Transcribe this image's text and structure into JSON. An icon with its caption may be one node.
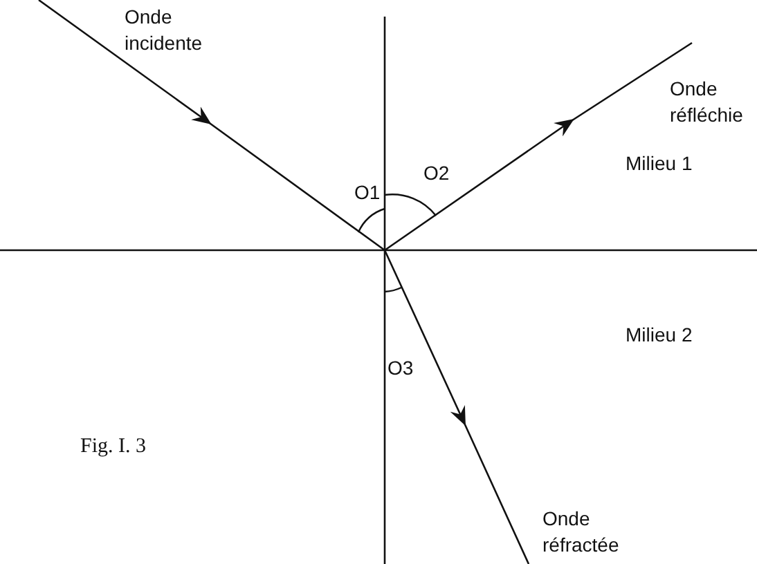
{
  "diagram": {
    "labels": [
      "Onde incidente",
      "Onde réfléchie",
      "O1",
      "O2",
      "Milieu 1",
      "Milieu 2",
      "O3",
      "Fig. I. 3",
      "Onde réfractée"
    ]
  }
}
